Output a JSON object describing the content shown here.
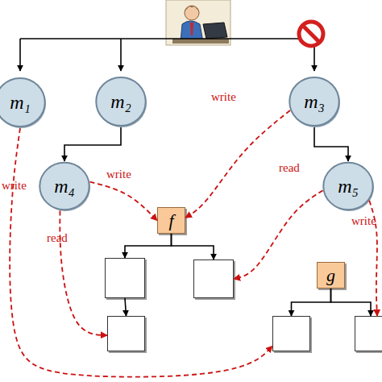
{
  "diagram": {
    "nodes": [
      {
        "text": [
          "m₁"
        ]
      },
      {
        "text": [
          "m₂"
        ]
      },
      {
        "text": [
          "m₃"
        ]
      },
      {
        "text": [
          "m₄"
        ]
      },
      {
        "text": [
          "m₅"
        ]
      },
      {
        "text": [
          "f"
        ]
      },
      {
        "text": []
      },
      {
        "text": []
      },
      {
        "text": [
          "g"
        ]
      },
      {
        "text": []
      },
      {
        "text": []
      },
      {
        "text": []
      }
    ],
    "edges": [
      {
        "from": 1,
        "to": 3,
        "arrow": "to"
      },
      {
        "from": 2,
        "to": 4,
        "arrow": "to"
      },
      {
        "from": 5,
        "to": 6,
        "arrow": "to"
      },
      {
        "from": 5,
        "to": 7,
        "arrow": "to"
      },
      {
        "from": 6,
        "to": 9,
        "arrow": "to"
      },
      {
        "from": 8,
        "to": 10,
        "arrow": "to"
      },
      {
        "from": 8,
        "to": 11,
        "arrow": "to"
      },
      {
        "from": 3,
        "to": 5,
        "label": "write",
        "arrow": "to"
      },
      {
        "from": 2,
        "to": 5,
        "label": "write",
        "arrow": "to"
      },
      {
        "from": 3,
        "to": 9,
        "label": "read",
        "arrow": "to"
      },
      {
        "from": 4,
        "to": 7,
        "label": "read",
        "arrow": "to"
      },
      {
        "from": 0,
        "to": 10,
        "label": "write",
        "arrow": "to"
      },
      {
        "from": 4,
        "to": 11,
        "label": "write",
        "arrow": "to"
      }
    ]
  }
}
